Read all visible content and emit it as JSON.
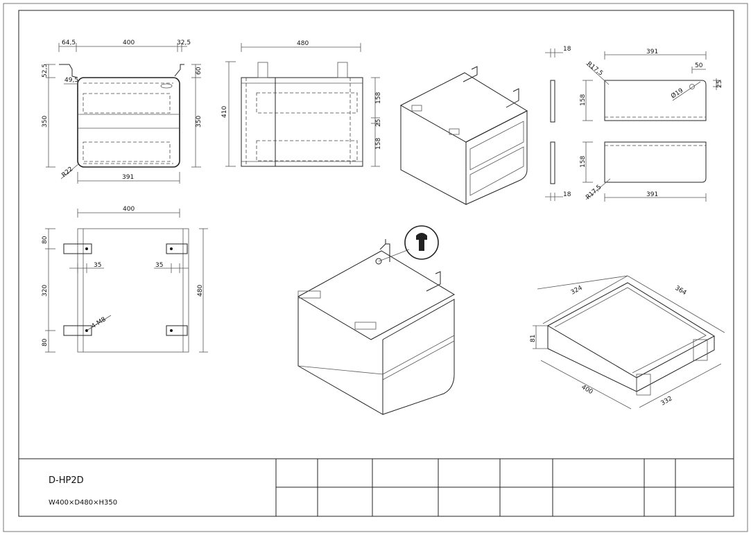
{
  "title_block": {
    "model": "D-HP2D",
    "dimensions": "W400×D480×H350"
  },
  "front_view": {
    "dims": {
      "left_offset": "64,5",
      "width": "400",
      "right_offset": "32,5",
      "bracket_height": "52,5",
      "inset": "49,5",
      "height_left": "350",
      "height_right": "350",
      "top_offset": "60",
      "radius": "R22",
      "bottom_width": "391"
    }
  },
  "side_view": {
    "dims": {
      "depth": "480",
      "total_height": "410",
      "drawer_top": "158",
      "gap": "25",
      "drawer_bottom": "158"
    }
  },
  "panel_views": {
    "dims": {
      "thickness_top": "18",
      "thickness_bottom": "18",
      "width_top": "391",
      "width_bottom": "391",
      "radius_top": "R17,5",
      "radius_bottom": "R17,5",
      "hole_offset_x": "50",
      "hole_offset_y": "25",
      "hole_diameter": "Ø19",
      "height_top": "158",
      "height_bottom": "158"
    }
  },
  "top_view": {
    "dims": {
      "width": "400",
      "front_offset": "80",
      "spacing": "320",
      "back_offset": "80",
      "depth": "480",
      "left_inset": "35",
      "right_inset": "35",
      "screws": "4-M8"
    }
  },
  "drawer_view": {
    "dims": {
      "inner_width": "324",
      "inner_depth": "364",
      "height": "81",
      "outer_width": "400",
      "outer_depth": "332"
    }
  }
}
